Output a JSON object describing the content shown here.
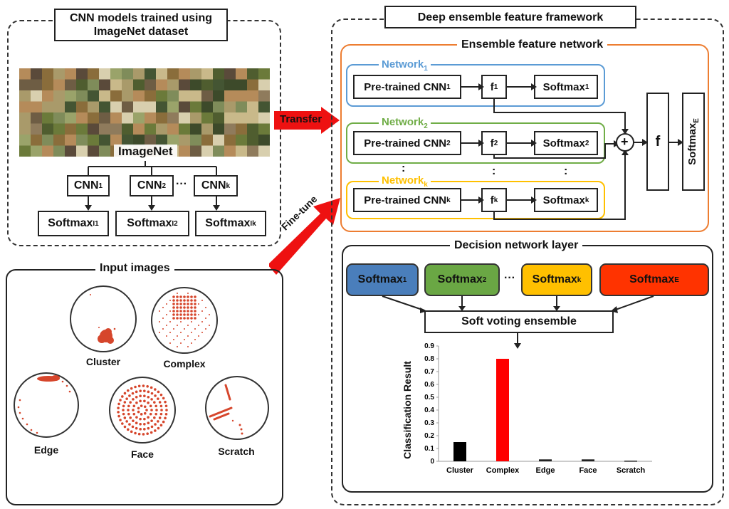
{
  "left_top": {
    "title": "CNN models trained using\nImageNet dataset",
    "imagenet_label": "ImageNet",
    "cnn": [
      "CNN",
      "CNN",
      "CNN"
    ],
    "cnn_sub": [
      "1",
      "2",
      "k"
    ],
    "ellipsis": "···",
    "softmax": [
      "Softmax",
      "Softmax",
      "Softmax"
    ],
    "softmax_sub": [
      "I1",
      "I2",
      "Ik"
    ]
  },
  "arrows": {
    "transfer": "Transfer",
    "finetune": "Fine-tune"
  },
  "inputs": {
    "title": "Input images",
    "labels": [
      "Cluster",
      "Complex",
      "Edge",
      "Face",
      "Scratch"
    ]
  },
  "framework": {
    "title": "Deep ensemble feature framework",
    "ensemble_title": "Ensemble feature network",
    "networks": [
      {
        "name": "Network",
        "sub": "1",
        "cnn": "Pre-trained CNN",
        "cnn_sub": "1",
        "f": "f",
        "f_sub": "1",
        "soft": "Softmax",
        "soft_sub": "1",
        "color": "#5b9bd5"
      },
      {
        "name": "Network",
        "sub": "2",
        "cnn": "Pre-trained CNN",
        "cnn_sub": "2",
        "f": "f",
        "f_sub": "2",
        "soft": "Softmax",
        "soft_sub": "2",
        "color": "#70ad47"
      },
      {
        "name": "Network",
        "sub": "k",
        "cnn": "Pre-trained CNN",
        "cnn_sub": "k",
        "f": "f",
        "f_sub": "k",
        "soft": "Softmax",
        "soft_sub": "k",
        "color": "#ffc000"
      }
    ],
    "vdots": ":",
    "plus": "+",
    "f_big": "f",
    "softmax_e": "Softmax",
    "softmax_e_sub": "E"
  },
  "decision": {
    "title": "Decision network layer",
    "boxes": [
      {
        "label": "Softmax",
        "sub": "1",
        "color": "#4a7ebb"
      },
      {
        "label": "Softmax",
        "sub": "2",
        "color": "#6aa744"
      },
      {
        "label": "Softmax",
        "sub": "k",
        "color": "#ffc000"
      },
      {
        "label": "Softmax",
        "sub": "E",
        "color": "#ff3300"
      }
    ],
    "ellipsis": "···",
    "voting": "Soft voting ensemble"
  },
  "chart_data": {
    "type": "bar",
    "categories": [
      "Cluster",
      "Complex",
      "Edge",
      "Face",
      "Scratch"
    ],
    "values": [
      0.15,
      0.8,
      0.015,
      0.015,
      0.005
    ],
    "colors": [
      "#000000",
      "#ff0000",
      "#222222",
      "#222222",
      "#222222"
    ],
    "ylabel": "Classification Result",
    "yticks": [
      "0",
      "0.1",
      "0.2",
      "0.3",
      "0.4",
      "0.5",
      "0.6",
      "0.7",
      "0.8",
      "0.9"
    ],
    "ylim": [
      0,
      0.9
    ]
  }
}
